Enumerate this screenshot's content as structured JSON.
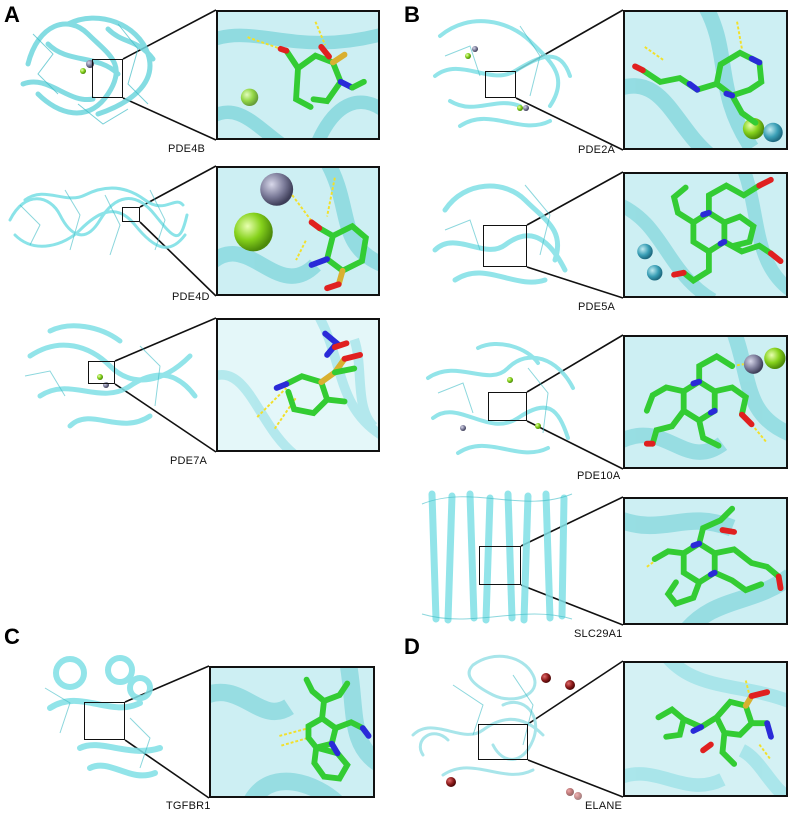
{
  "panels": {
    "a": "A",
    "b": "B",
    "c": "C",
    "d": "D"
  },
  "targets": [
    "PDE4B",
    "PDE4D",
    "PDE7A",
    "PDE2A",
    "PDE5A",
    "PDE10A",
    "SLC29A1",
    "TGFBR1",
    "ELANE"
  ],
  "colors": {
    "protein": "#7fe0e6",
    "protein_dark": "#3fbcc6",
    "ligand_carbon": "#33cc33",
    "oxygen": "#e02020",
    "nitrogen": "#2a2ad8",
    "sulfur": "#d9b030",
    "hbond": "#f2e02a",
    "zinc": "#8a8aa8",
    "magnesium": "#7ed321",
    "water_red": "#8b1a1a"
  }
}
